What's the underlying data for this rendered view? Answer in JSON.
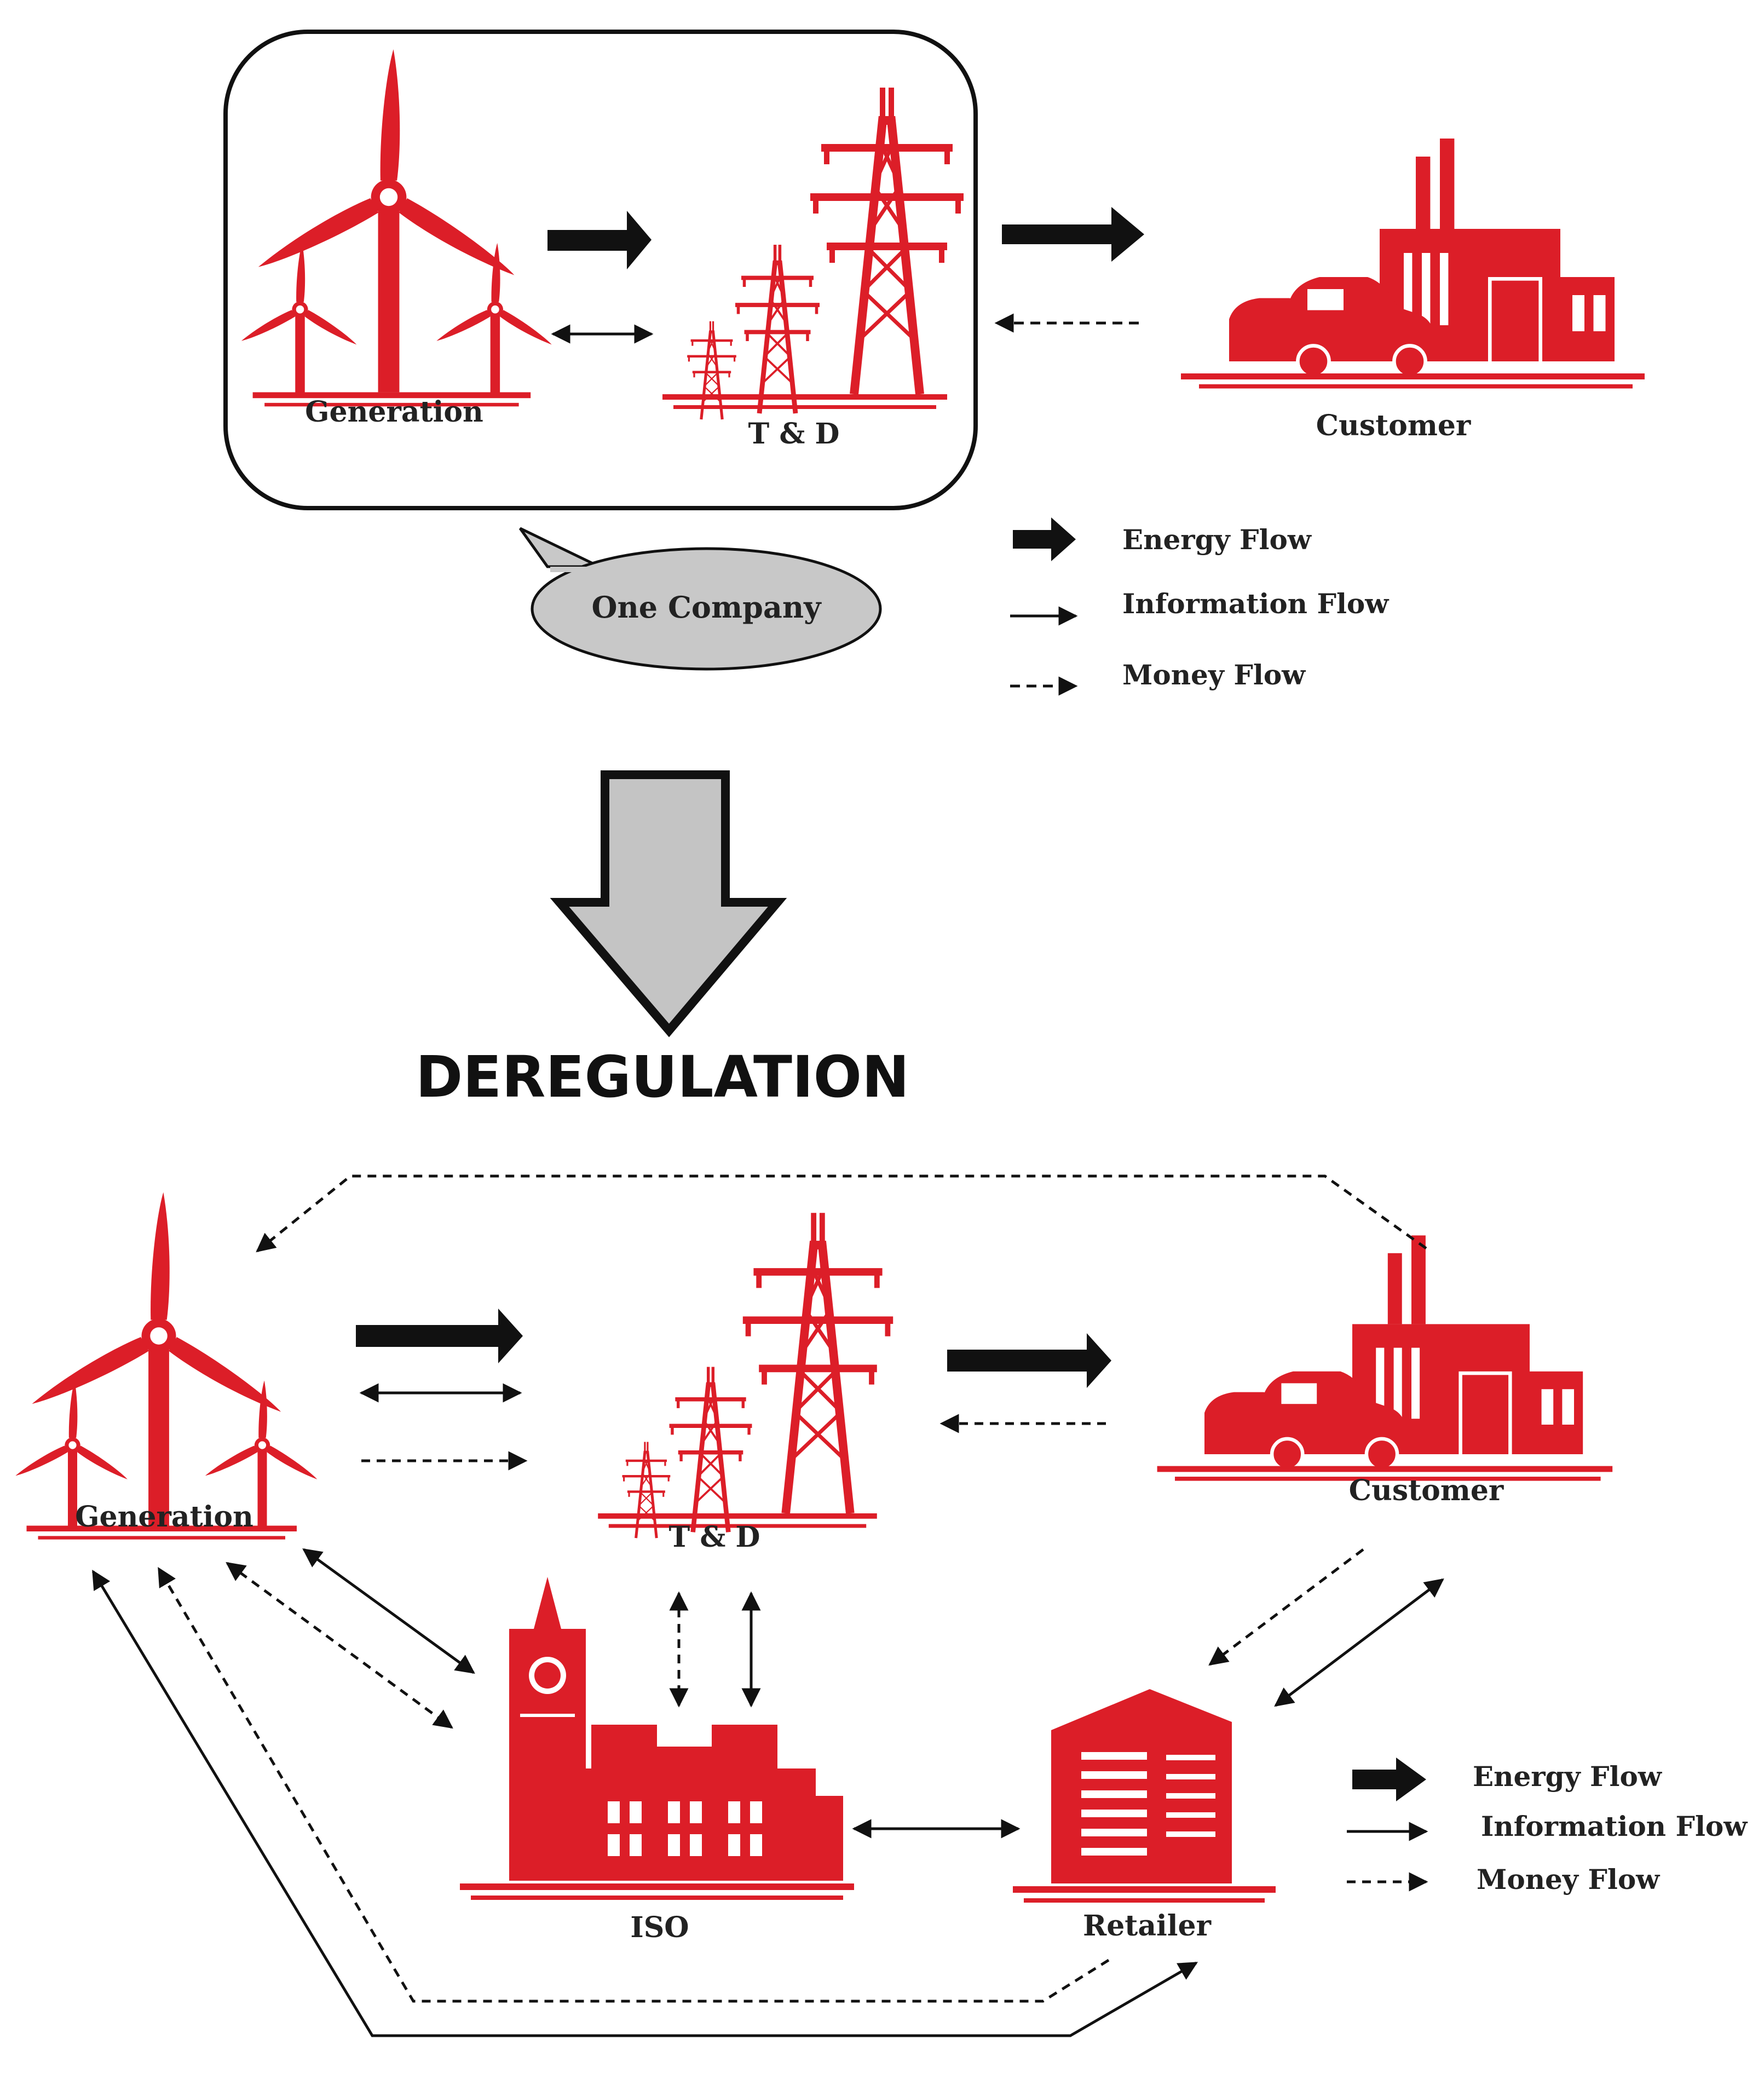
{
  "colors": {
    "icon": "#dc1e28",
    "bubble": "#c8c8c8",
    "arrow_big": "#c4c4c4",
    "line": "#111111"
  },
  "top": {
    "generation": "Generation",
    "td": "T & D",
    "customer": "Customer",
    "company_bubble": "One Company",
    "legend": {
      "energy": "Energy Flow",
      "information": "Information Flow",
      "money": "Money Flow"
    }
  },
  "transition": "DEREGULATION",
  "bottom": {
    "generation": "Generation",
    "td": "T & D",
    "customer": "Customer",
    "iso": "ISO",
    "retailer": "Retailer",
    "legend": {
      "energy": "Energy Flow",
      "information": "Information Flow",
      "money": "Money Flow"
    }
  },
  "icons": [
    "wind-turbines-icon",
    "transmission-towers-icon",
    "factory-cars-icon",
    "parliament-icon",
    "office-building-icon"
  ]
}
